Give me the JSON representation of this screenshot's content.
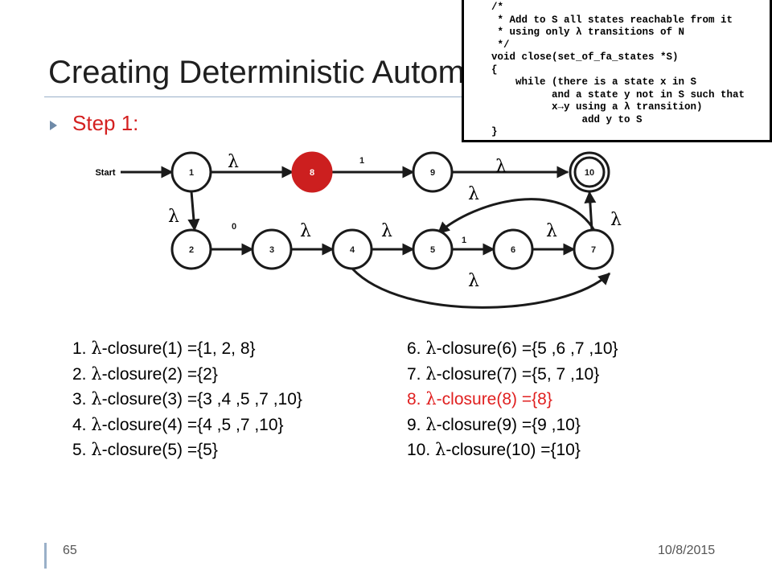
{
  "title": "Creating Deterministic Automata",
  "step_label": "Step 1:",
  "code": "/*\n * Add to S all states reachable from it\n * using only λ transitions of N\n */\nvoid close(set_of_fa_states *S)\n{\n    while (there is a state x in S\n          and a state y not in S such that\n          x→y using a λ transition)\n               add y to S\n}",
  "diagram": {
    "start_label": "Start",
    "states": [
      "1",
      "8",
      "9",
      "10",
      "2",
      "3",
      "4",
      "5",
      "6",
      "7"
    ],
    "highlighted_state": "8",
    "accepting_state": "10",
    "highlight_color": "#cc1f1f",
    "lambda": "λ",
    "edge_labels": {
      "e_1_8": "λ",
      "e_8_9": "1",
      "e_9_10": "λ",
      "e_1_2": "λ",
      "e_2_3": "0",
      "e_3_4": "λ",
      "e_4_5": "λ",
      "e_5_6": "1",
      "e_6_7": "λ",
      "e_7_10": "λ",
      "e_7_5": "λ",
      "e_4_7": "λ"
    }
  },
  "closures_left": [
    {
      "prefix": "1. ",
      "text": "-closure(1) ={1, 2, 8}"
    },
    {
      "prefix": "2. ",
      "text": "-closure(2) ={2}"
    },
    {
      "prefix": "3. ",
      "text": "-closure(3) ={3 ,4 ,5 ,7 ,10}"
    },
    {
      "prefix": "4. ",
      "text": "-closure(4) ={4 ,5 ,7 ,10}"
    },
    {
      "prefix": "5. ",
      "text": "-closure(5) ={5}"
    }
  ],
  "closures_right": [
    {
      "prefix": "6. ",
      "text": "-closure(6) ={5 ,6 ,7 ,10}"
    },
    {
      "prefix": "7. ",
      "text": "-closure(7) ={5, 7 ,10}"
    },
    {
      "prefix": "8. ",
      "text": "-closure(8) ={8}"
    },
    {
      "prefix": "9. ",
      "text": "-closure(9) ={9 ,10}"
    },
    {
      "prefix": "10. ",
      "text": "-closure(10) ={10}"
    }
  ],
  "highlight_text_color": "#e02020",
  "footer": {
    "page": "65",
    "date": "10/8/2015"
  }
}
